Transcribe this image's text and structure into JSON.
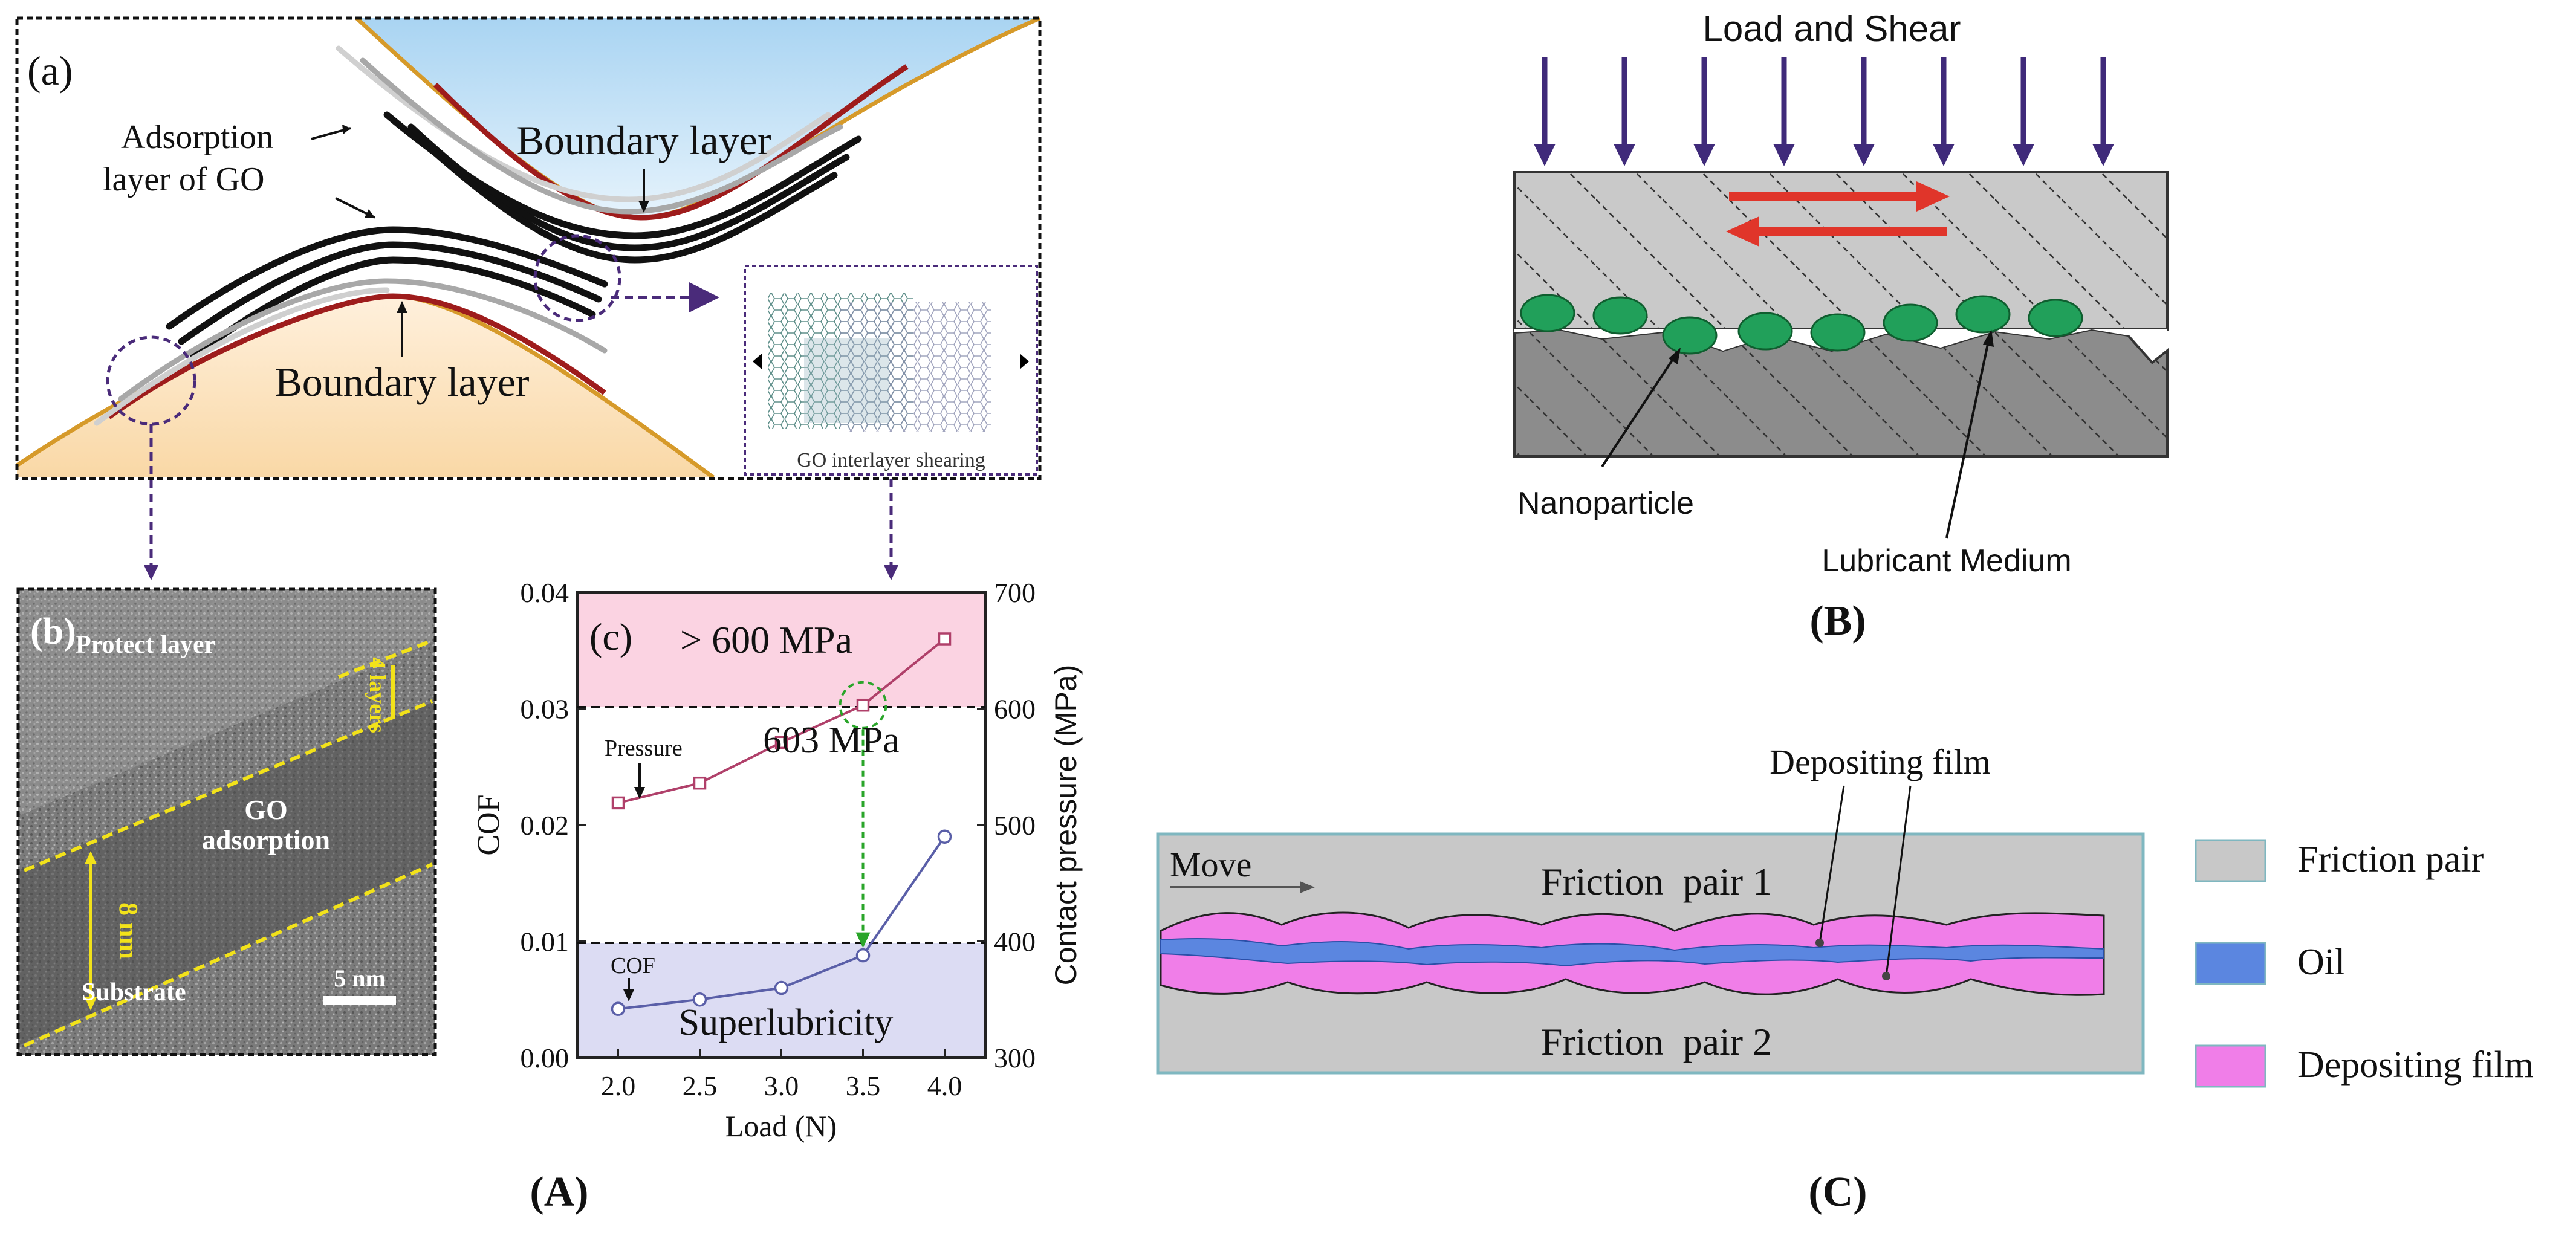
{
  "panel_a": {
    "label": "(a)",
    "adsorption_label_1": "Adsorption",
    "adsorption_label_2": "layer of GO",
    "boundary_top": "Boundary layer",
    "boundary_bottom": "Boundary layer",
    "inset_caption": "GO interlayer shearing"
  },
  "panel_b": {
    "label": "(b)",
    "protect_layer": "Protect layer",
    "go_1": "GO",
    "go_2": "adsorption",
    "substrate": "Substrate",
    "scale": "5 nm",
    "layers": "4 layers",
    "thickness": "8 nm"
  },
  "panel_c": {
    "label": "(c)",
    "high_region": "> 600 MPa",
    "low_region": "Superlubricity",
    "point_label": "603 MPa",
    "pressure_label": "Pressure",
    "cof_label": "COF"
  },
  "chart_data": {
    "type": "line",
    "x": [
      2.0,
      2.5,
      3.0,
      3.5,
      4.0
    ],
    "xlabel": "Load (N)",
    "ylabel": "COF",
    "y2label": "Contact pressure (MPa)",
    "xlim": [
      1.75,
      4.25
    ],
    "ylim": [
      0.0,
      0.04
    ],
    "y2lim": [
      300,
      700
    ],
    "xticks": [
      "2.0",
      "2.5",
      "3.0",
      "3.5",
      "4.0"
    ],
    "yticks": [
      "0.00",
      "0.01",
      "0.02",
      "0.03",
      "0.04"
    ],
    "y2ticks": [
      "300",
      "400",
      "500",
      "600",
      "700"
    ],
    "series": [
      {
        "name": "Pressure",
        "axis": "right",
        "color": "#b0406a",
        "values": [
          519,
          536,
          571,
          603,
          660
        ]
      },
      {
        "name": "COF",
        "axis": "left",
        "color": "#5a5fa8",
        "values": [
          0.0042,
          0.005,
          0.006,
          0.0088,
          0.019
        ]
      }
    ]
  },
  "panel_B": {
    "title": "Load and Shear",
    "nanoparticle": "Nanoparticle",
    "medium": "Lubricant Medium"
  },
  "panel_C": {
    "move": "Move",
    "pair1": "Friction  pair 1",
    "pair2": "Friction  pair 2",
    "depositing": "Depositing film",
    "legend": [
      {
        "label": "Friction pair",
        "color": "#c8c8c8"
      },
      {
        "label": "Oil",
        "color": "#5b86e0"
      },
      {
        "label": "Depositing film",
        "color": "#f07ee8"
      }
    ]
  },
  "captions": {
    "A": "(A)",
    "B": "(B)",
    "C": "(C)"
  }
}
